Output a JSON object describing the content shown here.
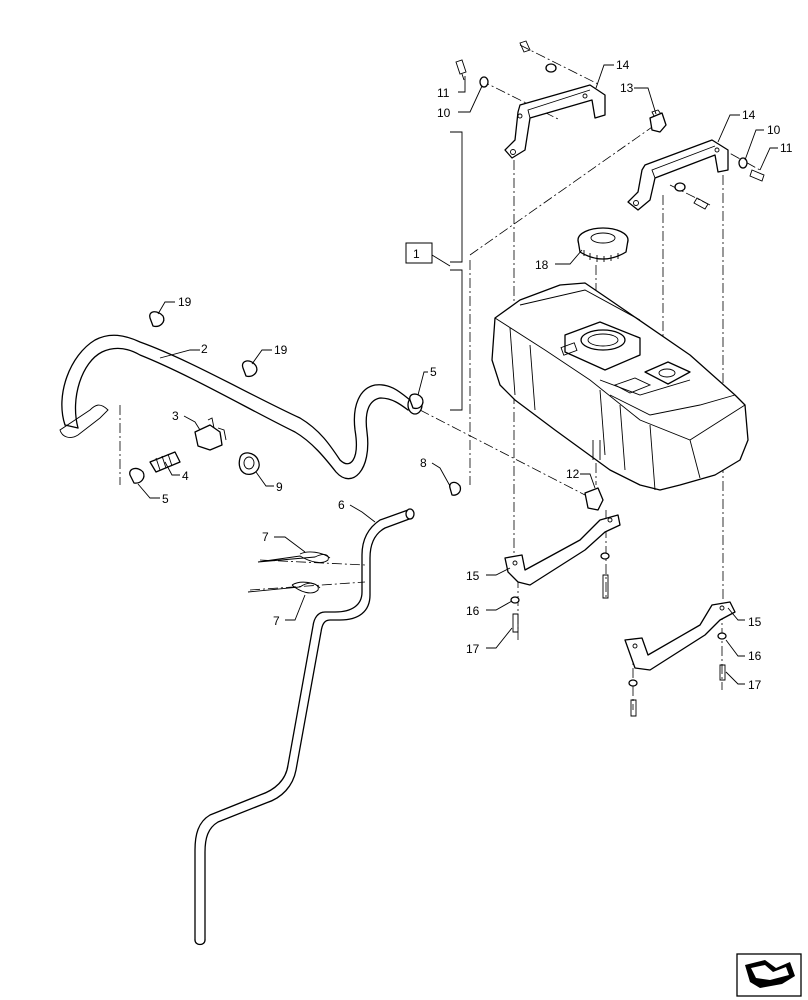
{
  "diagram": {
    "group_label": "1",
    "callouts": [
      {
        "id": "c2",
        "text": "2"
      },
      {
        "id": "c3",
        "text": "3"
      },
      {
        "id": "c4",
        "text": "4"
      },
      {
        "id": "c5a",
        "text": "5"
      },
      {
        "id": "c5b",
        "text": "5"
      },
      {
        "id": "c6",
        "text": "6"
      },
      {
        "id": "c7a",
        "text": "7"
      },
      {
        "id": "c7b",
        "text": "7"
      },
      {
        "id": "c8",
        "text": "8"
      },
      {
        "id": "c9",
        "text": "9"
      },
      {
        "id": "c10a",
        "text": "10"
      },
      {
        "id": "c10b",
        "text": "10"
      },
      {
        "id": "c11a",
        "text": "11"
      },
      {
        "id": "c11b",
        "text": "11"
      },
      {
        "id": "c12",
        "text": "12"
      },
      {
        "id": "c13",
        "text": "13"
      },
      {
        "id": "c14a",
        "text": "14"
      },
      {
        "id": "c14b",
        "text": "14"
      },
      {
        "id": "c15a",
        "text": "15"
      },
      {
        "id": "c15b",
        "text": "15"
      },
      {
        "id": "c16a",
        "text": "16"
      },
      {
        "id": "c16b",
        "text": "16"
      },
      {
        "id": "c17a",
        "text": "17"
      },
      {
        "id": "c17b",
        "text": "17"
      },
      {
        "id": "c18",
        "text": "18"
      },
      {
        "id": "c19a",
        "text": "19"
      },
      {
        "id": "c19b",
        "text": "19"
      }
    ]
  },
  "nav_icon": "next-page-arrow-icon"
}
